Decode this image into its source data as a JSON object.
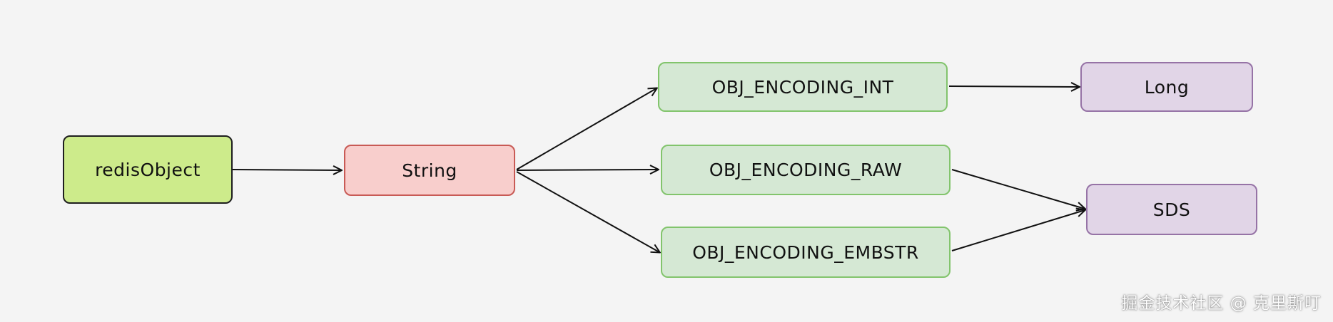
{
  "nodes": {
    "redisObject": "redisObject",
    "string": "String",
    "enc_int": "OBJ_ENCODING_INT",
    "enc_raw": "OBJ_ENCODING_RAW",
    "enc_embstr": "OBJ_ENCODING_EMBSTR",
    "long": "Long",
    "sds": "SDS"
  },
  "watermark": "掘金技术社区 @ 克里斯叮",
  "colors": {
    "background": "#f4f4f4",
    "root_fill": "#cdeb8b",
    "type_fill": "#f8cecc",
    "encoding_fill": "#d5e8d4",
    "impl_fill": "#e1d5e7"
  }
}
